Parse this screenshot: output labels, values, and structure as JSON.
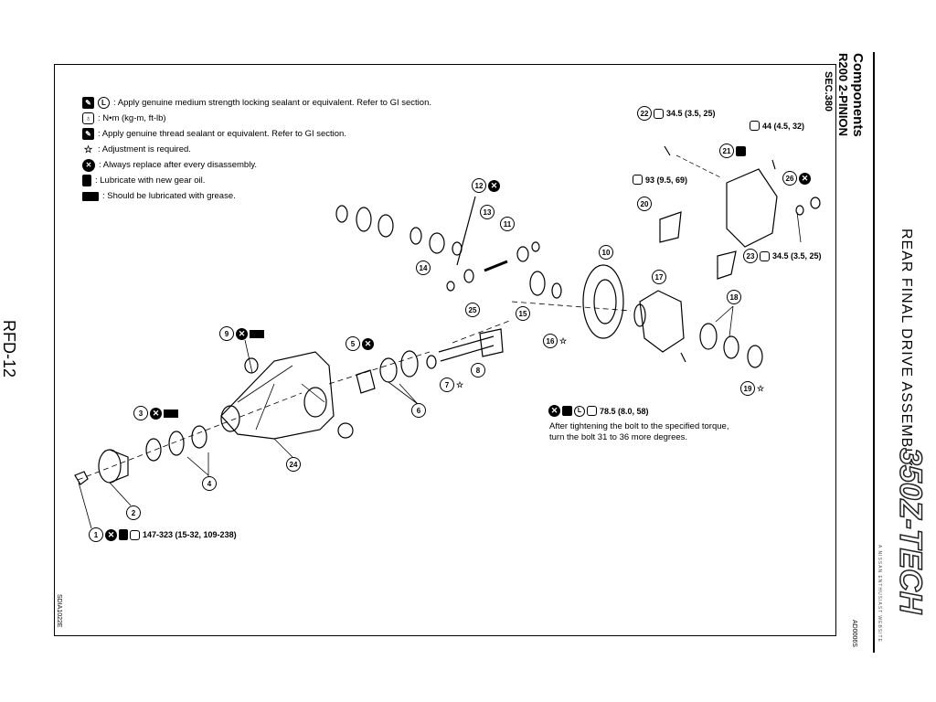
{
  "header": {
    "title": "Components",
    "subtitle": "R200 2-PINION",
    "section": "SEC.380",
    "side_title": "REAR FINAL DRIVE ASSEMBLY",
    "page_number": "RFD-12"
  },
  "legend": [
    {
      "icons": [
        "sealant-icon",
        "locking-l-icon"
      ],
      "text": ":  Apply genuine medium strength locking sealant or equivalent. Refer to GI section."
    },
    {
      "icons": [
        "torque-wrench-icon"
      ],
      "text": ":  N•m  (kg-m,  ft-lb)"
    },
    {
      "icons": [
        "sealant-icon"
      ],
      "text": ":  Apply genuine thread sealant or equivalent. Refer to GI section."
    },
    {
      "icons": [
        "star-icon"
      ],
      "text": ":  Adjustment is required."
    },
    {
      "icons": [
        "replace-x-icon"
      ],
      "text": ":  Always replace after every disassembly."
    },
    {
      "icons": [
        "gear-oil-icon"
      ],
      "text": ": Lubricate with new gear oil."
    },
    {
      "icons": [
        "grease-icon"
      ],
      "text": ":  Should be lubricated with grease."
    }
  ],
  "callouts": {
    "c22": {
      "num": "22",
      "torque": "34.5 (3.5, 25)"
    },
    "c21": {
      "num": "21"
    },
    "c44": {
      "torque": "44 (4.5, 32)"
    },
    "c20": {
      "num": "20"
    },
    "c93": {
      "torque": "93 (9.5, 69)"
    },
    "c26": {
      "num": "26"
    },
    "c23": {
      "num": "23",
      "torque": "34.5 (3.5, 25)"
    },
    "c12": {
      "num": "12"
    },
    "c13": {
      "num": "13"
    },
    "c11": {
      "num": "11"
    },
    "c14": {
      "num": "14"
    },
    "c25": {
      "num": "25"
    },
    "c15": {
      "num": "15"
    },
    "c16": {
      "num": "16"
    },
    "c10": {
      "num": "10"
    },
    "c17": {
      "num": "17"
    },
    "c18": {
      "num": "18"
    },
    "c19": {
      "num": "19"
    },
    "c9": {
      "num": "9"
    },
    "c5": {
      "num": "5"
    },
    "c8": {
      "num": "8"
    },
    "c7": {
      "num": "7"
    },
    "c6": {
      "num": "6"
    },
    "c3": {
      "num": "3"
    },
    "c4": {
      "num": "4"
    },
    "c24": {
      "num": "24"
    },
    "c2": {
      "num": "2"
    },
    "c1": {
      "num": "1",
      "torque": "147-323 (15-32, 109-238)"
    },
    "c_bolt": {
      "torque": "78.5 (8.0, 58)"
    }
  },
  "bolt_note": {
    "line1": "After tightening the bolt to the specified torque,",
    "line2": "turn the bolt 31 to 36 more degrees."
  },
  "codes": {
    "left": "SDIA1022E",
    "right": "AD0006S"
  },
  "watermark": {
    "brand": "350Z-TECH",
    "tagline": "A NISSAN ENTHUSIAST WEBSITE"
  }
}
